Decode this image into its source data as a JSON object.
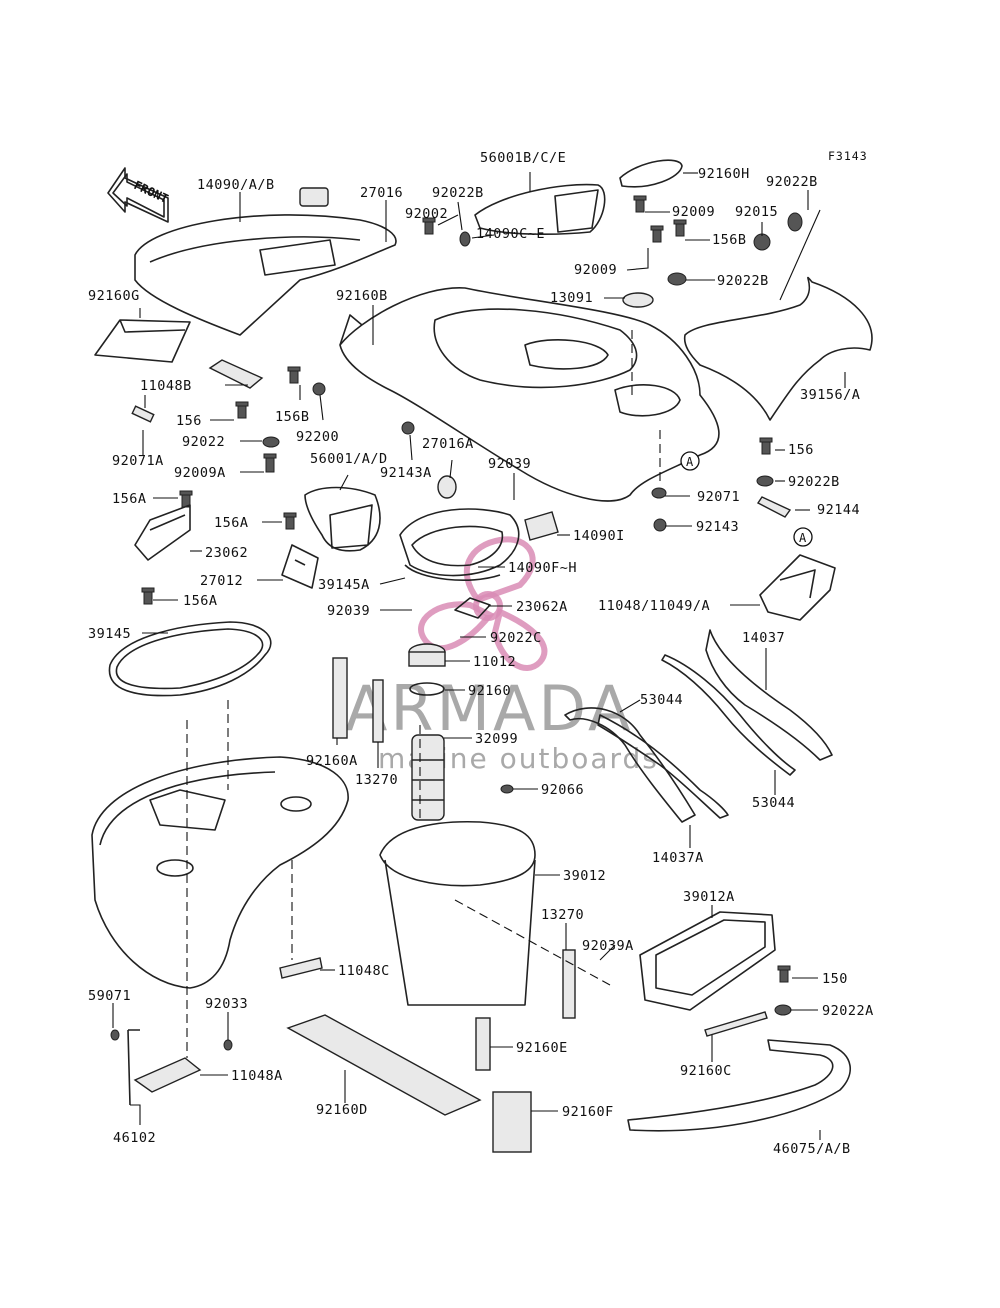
{
  "figure_code": "F3143",
  "front_label": "FRONT",
  "callout_letter": "A",
  "watermark": {
    "brand": "ARMADA",
    "tagline": "marine outboards",
    "color": "#d98cb5"
  },
  "part_labels": [
    "14090/A/B",
    "27016",
    "92022B",
    "56001B/C/E",
    "92160H",
    "92022B",
    "92002",
    "92009",
    "92015",
    "14090C~E",
    "156B",
    "92009",
    "92022B",
    "92160G",
    "92160B",
    "13091",
    "39156/A",
    "11048B",
    "156B",
    "156",
    "92200",
    "92022",
    "92143A",
    "27016A",
    "92071A",
    "92009A",
    "56001/A/D",
    "92039",
    "156",
    "92022B",
    "92071",
    "92144",
    "156A",
    "156A",
    "14090I",
    "92143",
    "23062",
    "14090F~H",
    "27012",
    "39145A",
    "156A",
    "92039",
    "23062A",
    "11048/11049/A",
    "39145",
    "92022C",
    "11012",
    "14037",
    "92160",
    "53044",
    "92160A",
    "32099",
    "13270",
    "92066",
    "53044",
    "14037A",
    "39012",
    "39012A",
    "13270",
    "92039A",
    "11048C",
    "150",
    "59071",
    "92033",
    "92022A",
    "92160E",
    "11048A",
    "92160C",
    "92160D",
    "92160F",
    "46102",
    "46075/A/B"
  ]
}
